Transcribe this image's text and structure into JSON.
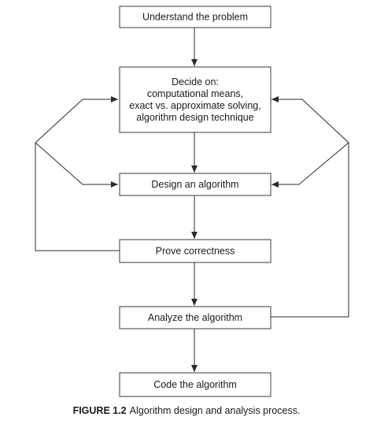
{
  "nodes": {
    "understand": [
      "Understand the problem"
    ],
    "decide": [
      "Decide on:",
      "computational means,",
      "exact vs. approximate solving,",
      "algorithm design technique"
    ],
    "design": [
      "Design an algorithm"
    ],
    "prove": [
      "Prove correctness"
    ],
    "analyze": [
      "Analyze the algorithm"
    ],
    "code": [
      "Code the algorithm"
    ]
  },
  "caption": {
    "label": "FIGURE 1.2",
    "text": "Algorithm design and analysis process."
  },
  "colors": {
    "stroke": "#2a2a2a",
    "text": "#1a1a1a",
    "background": "#ffffff"
  }
}
